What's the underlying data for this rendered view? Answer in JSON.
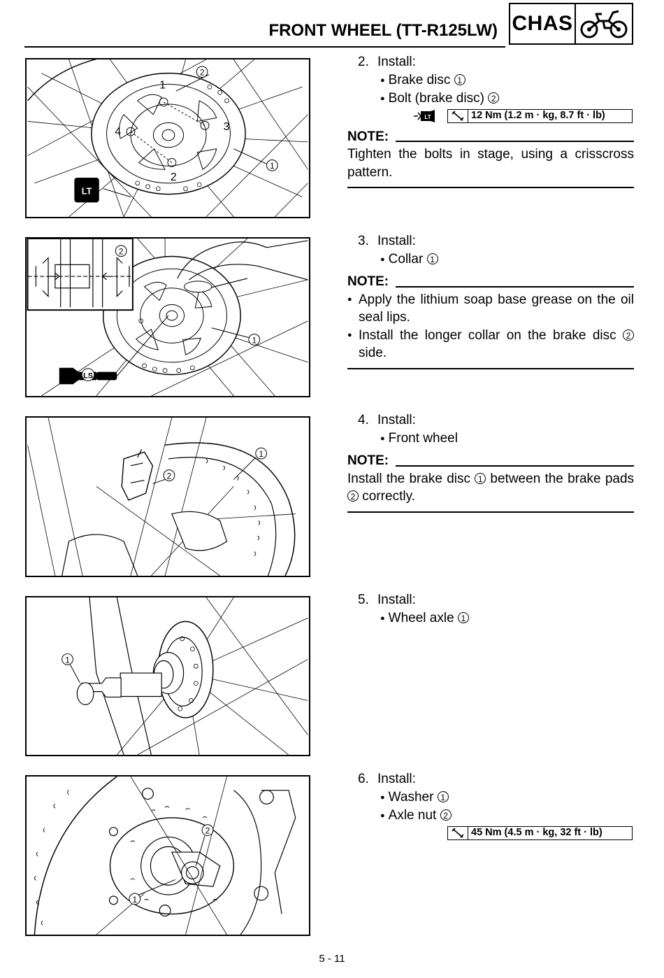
{
  "header": {
    "title": "FRONT WHEEL (TT-R125LW)",
    "section": "CHAS",
    "section_icon": "motorcycle-icon"
  },
  "figures": [
    {
      "callouts": [
        "1",
        "2",
        "3",
        "4"
      ],
      "symbols": [
        "LT"
      ]
    },
    {
      "callouts": [
        "1",
        "2"
      ],
      "symbols": [
        "LS"
      ]
    },
    {
      "callouts": [
        "1",
        "2"
      ]
    },
    {
      "callouts": [
        "1"
      ]
    },
    {
      "callouts": [
        "1",
        "2"
      ]
    }
  ],
  "steps": [
    {
      "number": "2.",
      "action": "Install:",
      "items": [
        {
          "label": "Brake disc",
          "ref": "1"
        },
        {
          "label": "Bolt (brake disc)",
          "ref": "2"
        }
      ],
      "torque": {
        "value": "12 Nm (1.2 m · kg, 8.7 ft · lb)",
        "symbol": "LT"
      },
      "note": {
        "heading": "NOTE:",
        "text": "Tighten the bolts in stage, using a crisscross pattern."
      }
    },
    {
      "number": "3.",
      "action": "Install:",
      "items": [
        {
          "label": "Collar",
          "ref": "1"
        }
      ],
      "note": {
        "heading": "NOTE:",
        "bullets": [
          {
            "text": "Apply the lithium soap base grease on the oil seal lips."
          },
          {
            "text": "Install the longer collar on the brake disc",
            "ref": "2",
            "after": "side."
          }
        ]
      }
    },
    {
      "number": "4.",
      "action": "Install:",
      "items": [
        {
          "label": "Front wheel"
        }
      ],
      "note": {
        "heading": "NOTE:",
        "parts": [
          "Install the brake disc",
          "1",
          "between the brake pads",
          "2",
          "correctly."
        ]
      }
    },
    {
      "number": "5.",
      "action": "Install:",
      "items": [
        {
          "label": "Wheel axle",
          "ref": "1"
        }
      ]
    },
    {
      "number": "6.",
      "action": "Install:",
      "items": [
        {
          "label": "Washer",
          "ref": "1"
        },
        {
          "label": "Axle nut",
          "ref": "2"
        }
      ],
      "torque": {
        "value": "45 Nm (4.5 m · kg, 32 ft · lb)"
      }
    }
  ],
  "footer": {
    "page": "5 - 11"
  }
}
